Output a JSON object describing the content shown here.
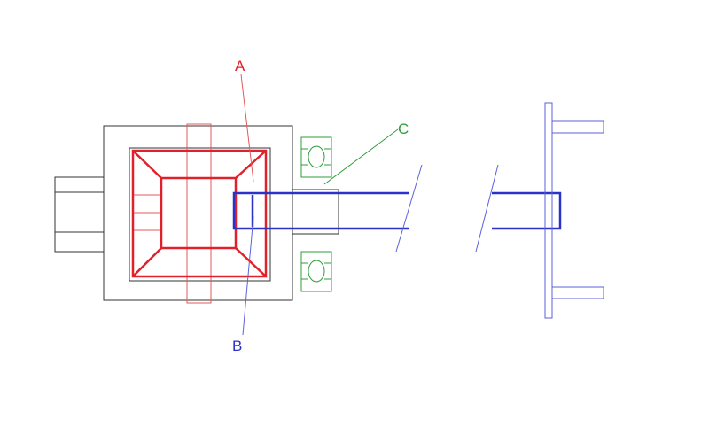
{
  "labels": {
    "a": "A",
    "b": "B",
    "c": "C"
  },
  "colors": {
    "black": "#333333",
    "red": "#e0202a",
    "red_light": "#e35a5a",
    "blue": "#2a32c8",
    "blue_light": "#5a62d8",
    "green": "#2e9e3a"
  }
}
